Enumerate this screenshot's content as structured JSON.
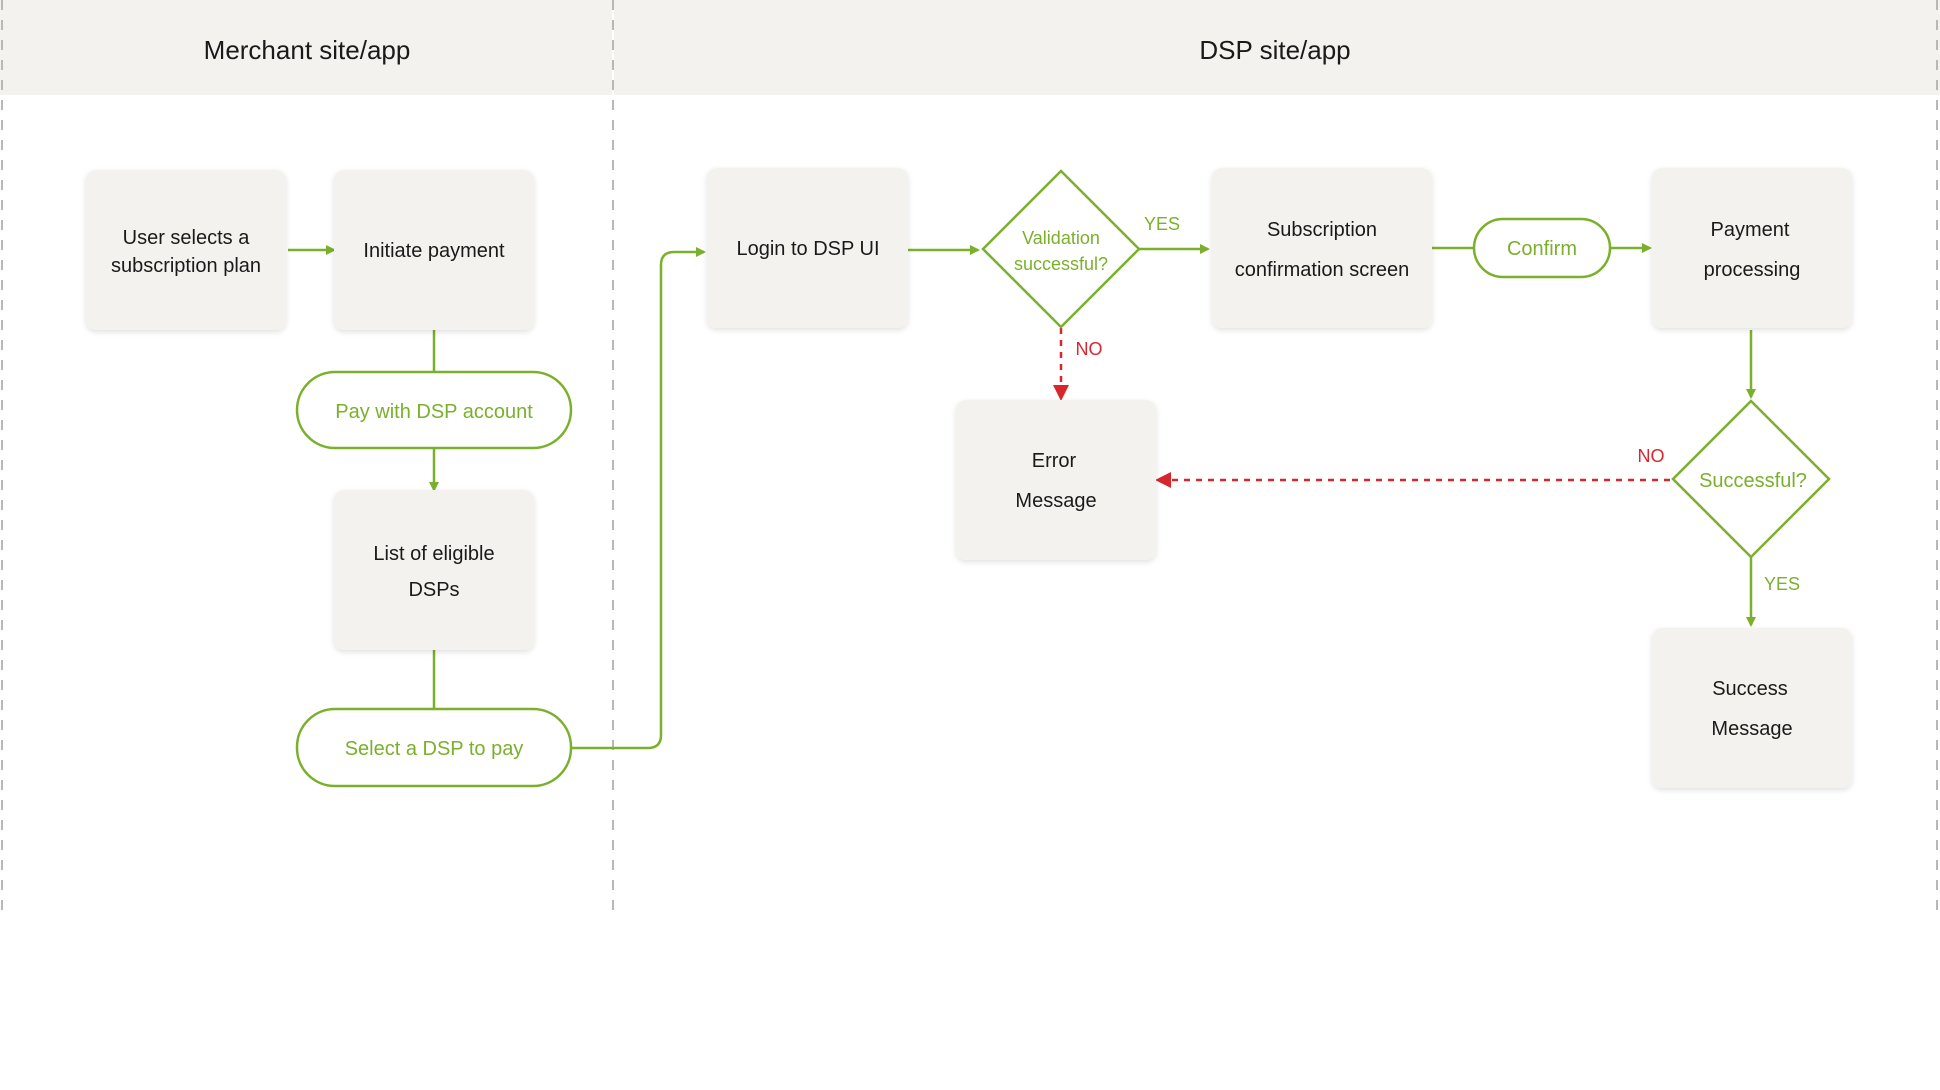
{
  "lanes": {
    "merchant": "Merchant site/app",
    "dsp": "DSP site/app"
  },
  "steps": {
    "select_plan": [
      "User selects a",
      "subscription plan"
    ],
    "initiate_payment": [
      "Initiate payment"
    ],
    "eligible_dsps": [
      "List of eligible",
      "DSPs"
    ],
    "login": [
      "Login to DSP UI"
    ],
    "sub_confirmation": [
      "Subscription",
      "confirmation screen"
    ],
    "payment_processing": [
      "Payment",
      "processing"
    ],
    "error_message": [
      "Error",
      "Message"
    ],
    "success_message": [
      "Success",
      "Message"
    ]
  },
  "actions": {
    "pay_with_dsp": "Pay with DSP account",
    "select_dsp": "Select a DSP to pay",
    "confirm": "Confirm"
  },
  "decisions": {
    "validation": [
      "Validation",
      "successful?"
    ],
    "successful": [
      "Successful?"
    ]
  },
  "edge_labels": {
    "validation_yes": "YES",
    "validation_no": "NO",
    "payment_no": "NO",
    "payment_yes": "YES"
  },
  "colors": {
    "lane_header_bg": "#f3f2ef",
    "box_bg": "#f3f2ef",
    "accent_green": "#7ab02c",
    "error_red": "#d9262e",
    "text_dark": "#1a1a1a",
    "divider": "#b8b8b8"
  }
}
